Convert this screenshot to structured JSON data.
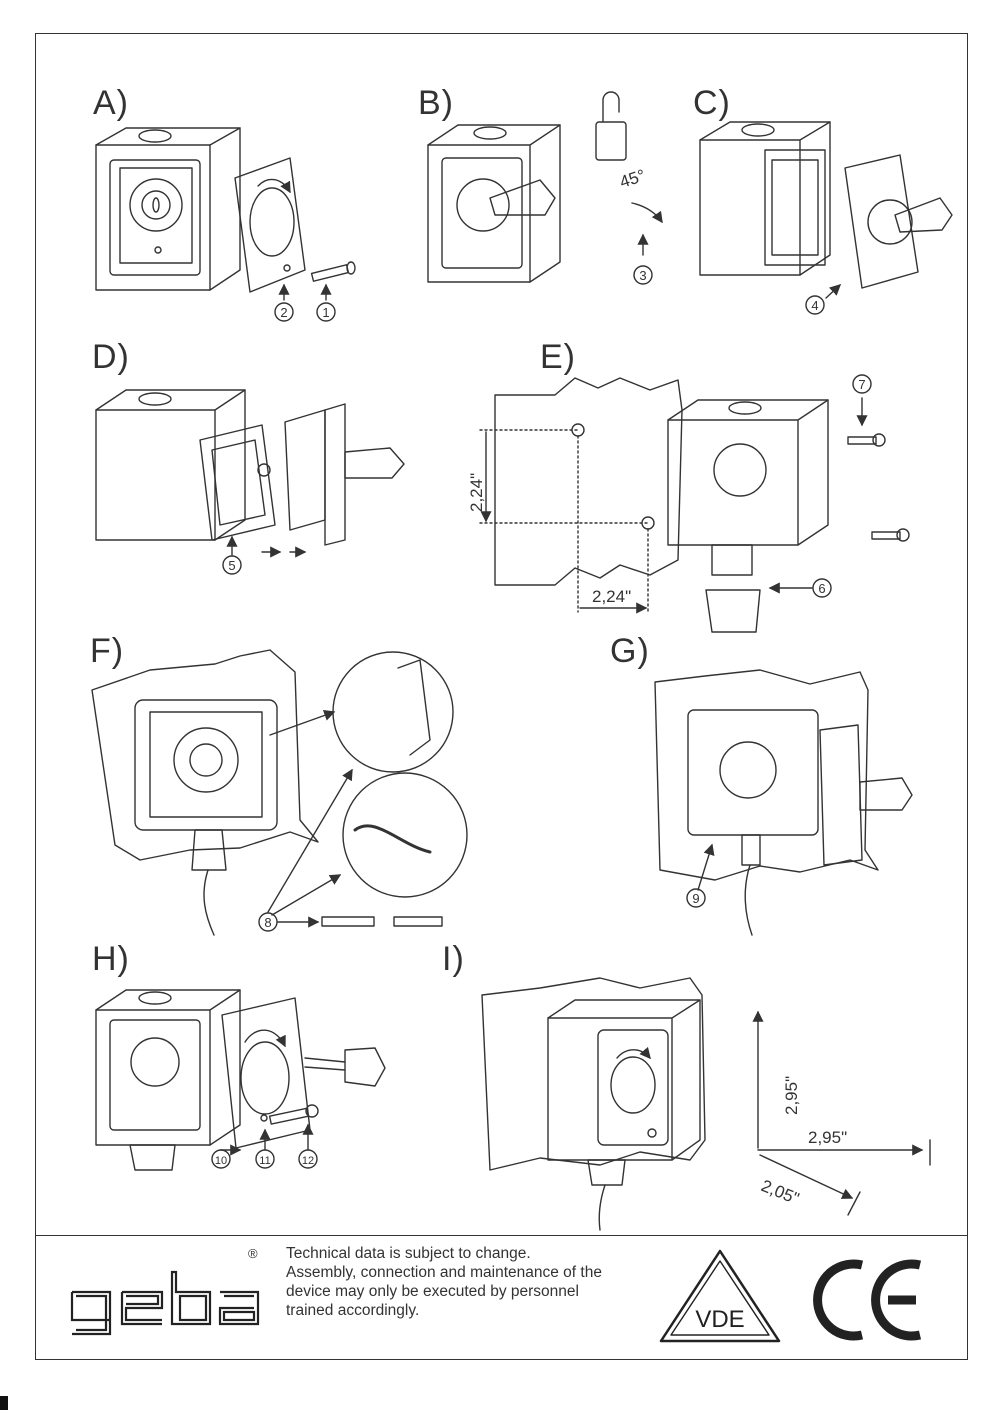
{
  "steps": {
    "a": "A)",
    "b": "B)",
    "c": "C)",
    "d": "D)",
    "e": "E)",
    "f": "F)",
    "g": "G)",
    "h": "H)",
    "i": "I)"
  },
  "callouts": [
    "1",
    "2",
    "3",
    "4",
    "5",
    "6",
    "7",
    "8",
    "9",
    "10",
    "11",
    "12"
  ],
  "angle_label": "45°",
  "dimensions": {
    "mount_vertical": "2,24\"",
    "mount_horizontal": "2,24\"",
    "height": "2,95\"",
    "width": "2,95\"",
    "depth": "2,05\""
  },
  "footer": {
    "logo_text": "geba",
    "registered_mark": "®",
    "notice_lines": [
      "Technical data is subject to change.",
      "Assembly, connection and maintenance of the",
      "device may only be executed by personnel",
      "trained accordingly."
    ],
    "vde_mark": "VDE",
    "ce_mark": "CE"
  }
}
